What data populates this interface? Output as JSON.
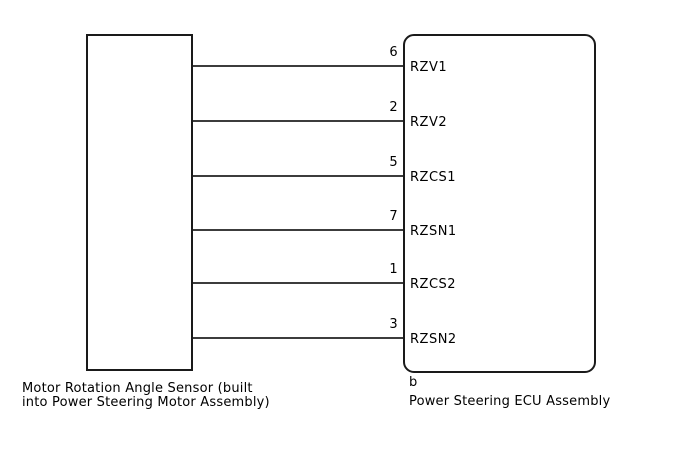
{
  "diagram": {
    "left_component": {
      "caption_line1": "Motor Rotation Angle Sensor (built",
      "caption_line2": "into Power Steering Motor Assembly)"
    },
    "right_component": {
      "connector_id": "b",
      "caption": "Power Steering ECU Assembly"
    },
    "wires": [
      {
        "pin": "6",
        "signal": "RZV1"
      },
      {
        "pin": "2",
        "signal": "RZV2"
      },
      {
        "pin": "5",
        "signal": "RZCS1"
      },
      {
        "pin": "7",
        "signal": "RZSN1"
      },
      {
        "pin": "1",
        "signal": "RZCS2"
      },
      {
        "pin": "3",
        "signal": "RZSN2"
      }
    ],
    "colors": {
      "background": "#ffffff",
      "box_border": "#1a1a1a",
      "wire_line": "#3c3c3c",
      "text": "#000000"
    }
  }
}
